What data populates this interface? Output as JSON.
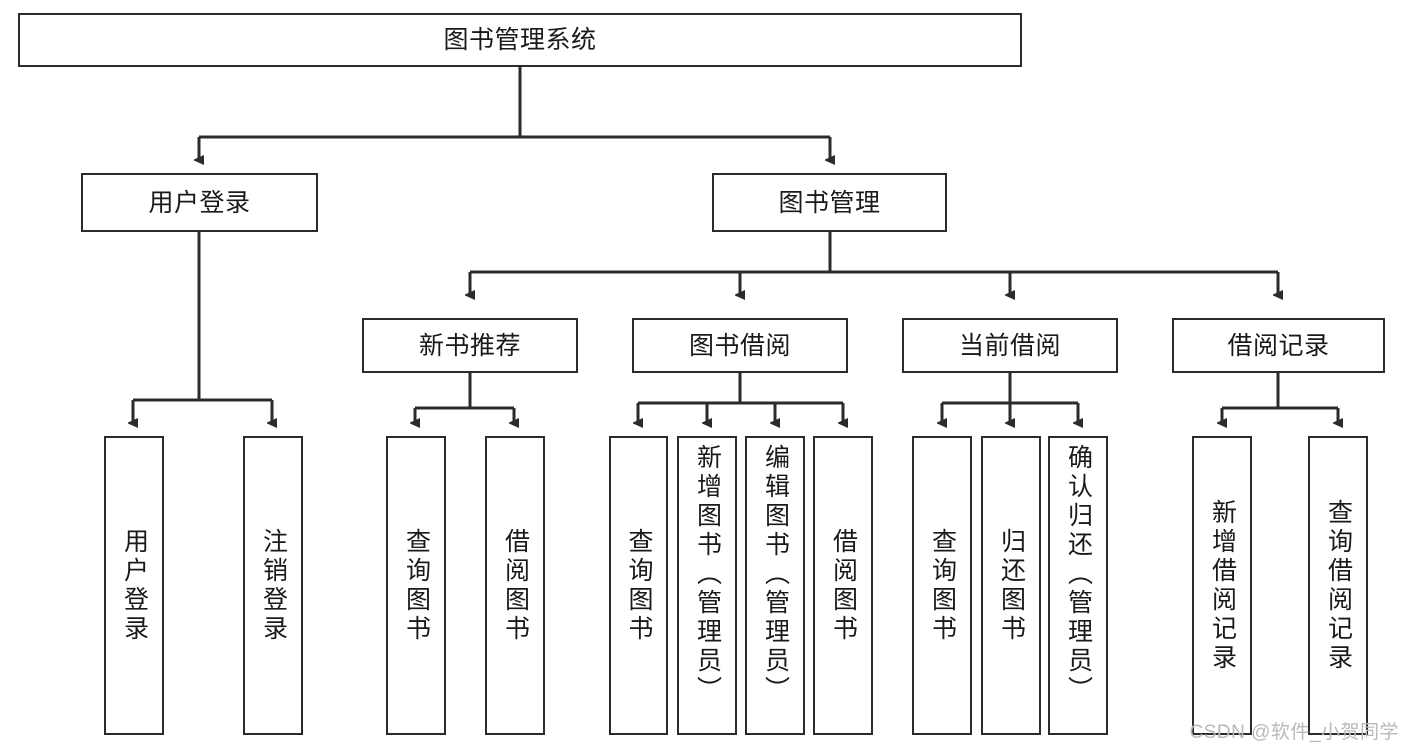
{
  "diagram": {
    "title": "图书管理系统",
    "type": "tree-hierarchy",
    "watermark": "CSDN @软件_小贺同学",
    "colors": {
      "box_border": "#2b2b2b",
      "box_fill": "#ffffff",
      "edge": "#2b2b2b",
      "text": "#1a1a1a",
      "watermark": "#b9b9b9",
      "background": "#ffffff"
    },
    "nodes": {
      "root": {
        "label": "图书管理系统"
      },
      "level2": [
        {
          "id": "user-login",
          "label": "用户登录"
        },
        {
          "id": "book-management",
          "label": "图书管理"
        }
      ],
      "level3": [
        {
          "id": "new-book-recommend",
          "label": "新书推荐"
        },
        {
          "id": "book-borrow",
          "label": "图书借阅"
        },
        {
          "id": "current-borrow",
          "label": "当前借阅"
        },
        {
          "id": "borrow-record",
          "label": "借阅记录"
        }
      ],
      "leaves": {
        "user_login": [
          {
            "id": "leaf-user-login",
            "label": "用户登录"
          },
          {
            "id": "leaf-logout-login",
            "label": "注销登录"
          }
        ],
        "new_book_recommend": [
          {
            "id": "leaf-query-book-1",
            "label": "查询图书"
          },
          {
            "id": "leaf-borrow-book-1",
            "label": "借阅图书"
          }
        ],
        "book_borrow": [
          {
            "id": "leaf-query-book-2",
            "label": "查询图书"
          },
          {
            "id": "leaf-add-book",
            "label": "新增图书（管理员）"
          },
          {
            "id": "leaf-edit-book",
            "label": "编辑图书（管理员）"
          },
          {
            "id": "leaf-borrow-book-2",
            "label": "借阅图书"
          }
        ],
        "current_borrow": [
          {
            "id": "leaf-query-book-3",
            "label": "查询图书"
          },
          {
            "id": "leaf-return-book",
            "label": "归还图书"
          },
          {
            "id": "leaf-confirm-return",
            "label": "确认归还（管理员）"
          }
        ],
        "borrow_record": [
          {
            "id": "leaf-add-record",
            "label": "新增借阅记录"
          },
          {
            "id": "leaf-query-record",
            "label": "查询借阅记录"
          }
        ]
      }
    }
  }
}
